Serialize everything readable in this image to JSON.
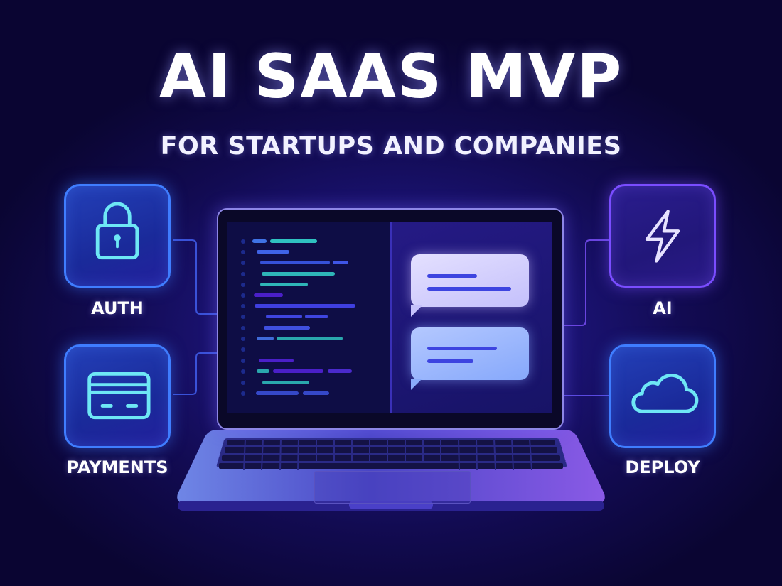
{
  "hero": {
    "title": "AI SAAS MVP",
    "subtitle": "FOR STARTUPS AND COMPANIES"
  },
  "features": [
    {
      "label": "AUTH",
      "icon": "lock-icon",
      "side": "left",
      "accent": "#3f7dff",
      "icon_color": "#6ee7f5"
    },
    {
      "label": "PAYMENTS",
      "icon": "credit-card-icon",
      "side": "left",
      "accent": "#3f7dff",
      "icon_color": "#6ee7f5"
    },
    {
      "label": "AI",
      "icon": "lightning-bolt-icon",
      "side": "right",
      "accent": "#7a4dff",
      "icon_color": "#e6e2ff"
    },
    {
      "label": "DEPLOY",
      "icon": "cloud-icon",
      "side": "right",
      "accent": "#3f7dff",
      "icon_color": "#6ee7f5"
    }
  ],
  "laptop": {
    "screen": {
      "left_pane": "code-editor",
      "right_pane": "chat-messages",
      "chat_bubbles": 2
    }
  },
  "colors": {
    "background_dark": "#0a0532",
    "background_glow": "#2a1f9a",
    "code_teal": "#2fc1c0",
    "code_blue": "#3f63e6",
    "code_purple": "#4a1fc8"
  }
}
